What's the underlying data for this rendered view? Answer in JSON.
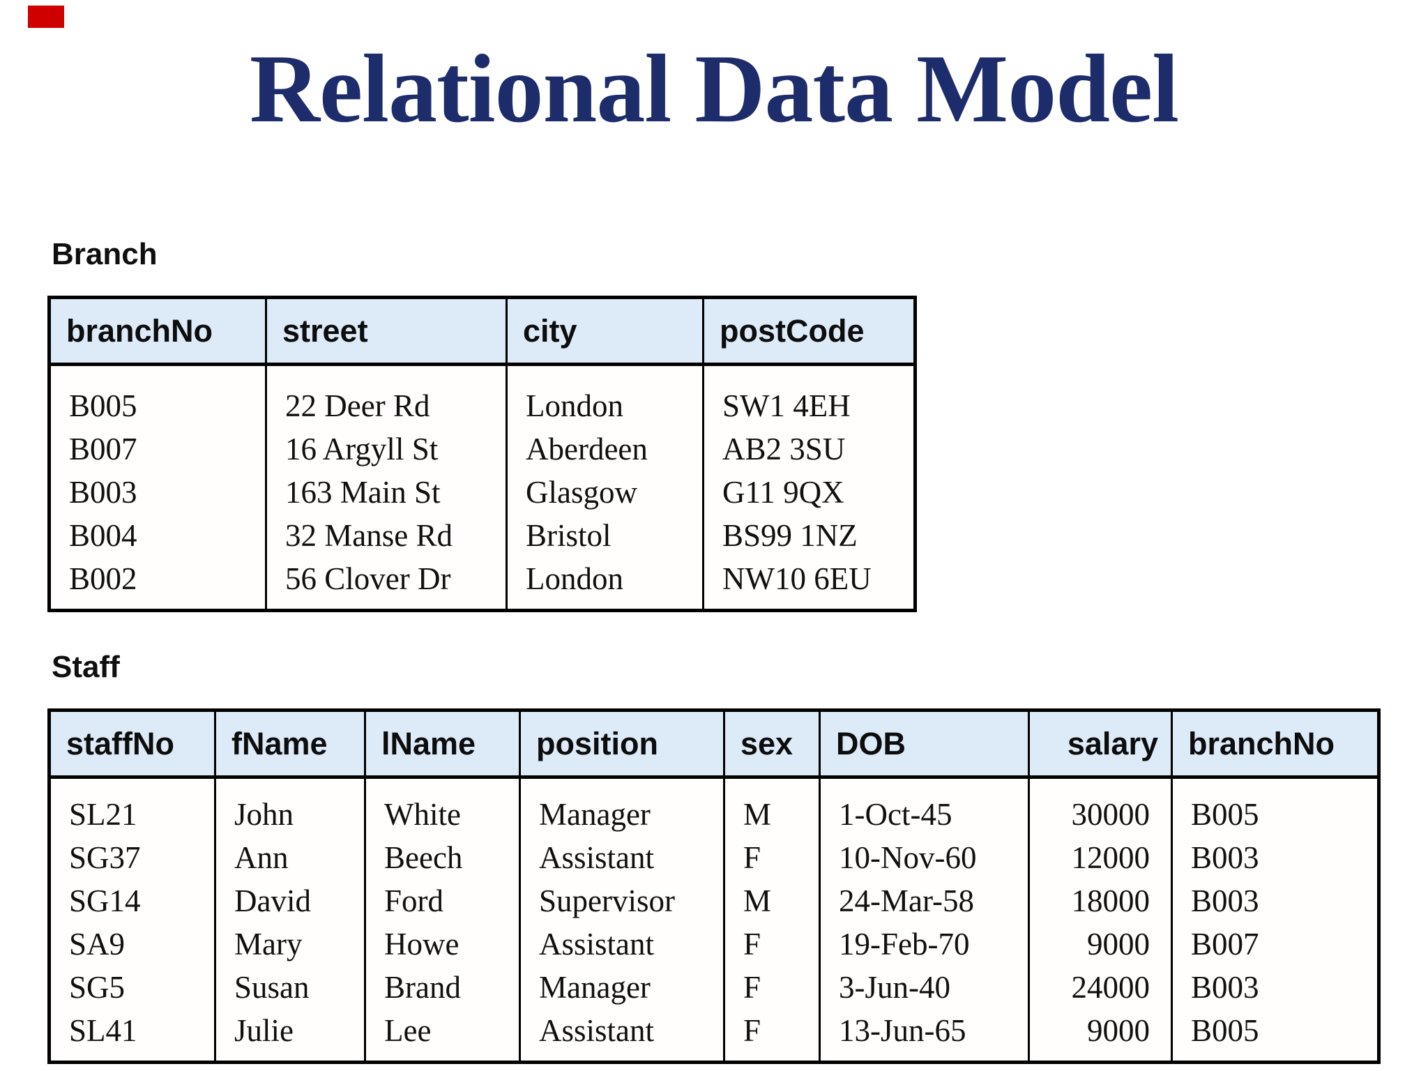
{
  "title": {
    "text": "Relational Data Model",
    "color": "#1d2c6b"
  },
  "decorations": {
    "corner_mark_color": "#d10000"
  },
  "branch_table": {
    "label": "Branch",
    "header_fill": "#ddeaf8",
    "columns": [
      "branchNo",
      "street",
      "city",
      "postCode"
    ],
    "rows": [
      [
        "B005",
        "22 Deer Rd",
        "London",
        "SW1 4EH"
      ],
      [
        "B007",
        "16 Argyll St",
        "Aberdeen",
        "AB2 3SU"
      ],
      [
        "B003",
        "163 Main St",
        "Glasgow",
        "G11 9QX"
      ],
      [
        "B004",
        "32 Manse Rd",
        "Bristol",
        "BS99 1NZ"
      ],
      [
        "B002",
        "56 Clover Dr",
        "London",
        "NW10 6EU"
      ]
    ]
  },
  "staff_table": {
    "label": "Staff",
    "header_fill": "#ddeaf8",
    "columns": [
      "staffNo",
      "fName",
      "lName",
      "position",
      "sex",
      "DOB",
      "salary",
      "branchNo"
    ],
    "rows": [
      [
        "SL21",
        "John",
        "White",
        "Manager",
        "M",
        "1-Oct-45",
        "30000",
        "B005"
      ],
      [
        "SG37",
        "Ann",
        "Beech",
        "Assistant",
        "F",
        "10-Nov-60",
        "12000",
        "B003"
      ],
      [
        "SG14",
        "David",
        "Ford",
        "Supervisor",
        "M",
        "24-Mar-58",
        "18000",
        "B003"
      ],
      [
        "SA9",
        "Mary",
        "Howe",
        "Assistant",
        "F",
        "19-Feb-70",
        "9000",
        "B007"
      ],
      [
        "SG5",
        "Susan",
        "Brand",
        "Manager",
        "F",
        "3-Jun-40",
        "24000",
        "B003"
      ],
      [
        "SL41",
        "Julie",
        "Lee",
        "Assistant",
        "F",
        "13-Jun-65",
        "9000",
        "B005"
      ]
    ]
  }
}
